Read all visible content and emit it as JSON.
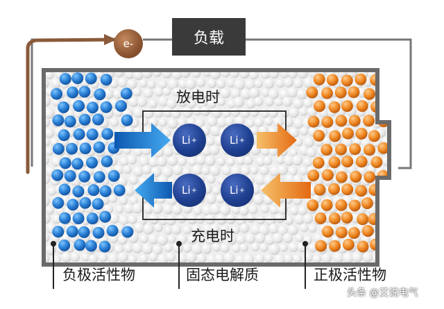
{
  "labels": {
    "load": "负载",
    "electron": "e-",
    "discharge": "放电时",
    "charge": "充电时",
    "anode_material": "负极活性物",
    "electrolyte": "固态电解质",
    "cathode_material": "正极活性物"
  },
  "ions": [
    {
      "text": "Li",
      "charge": "+"
    },
    {
      "text": "Li",
      "charge": "+"
    },
    {
      "text": "Li",
      "charge": "+"
    },
    {
      "text": "Li",
      "charge": "+"
    }
  ],
  "watermark": "头条 @艾说电气",
  "colors": {
    "anode_particles": "#2a7fd4",
    "cathode_particles": "#f08a24",
    "electrolyte_particles": "#e6e6e6",
    "casing": "#666666",
    "electron_path": "#8a5a3a",
    "ion": "#1e3f8f",
    "load_box": "#3a3a3a"
  }
}
